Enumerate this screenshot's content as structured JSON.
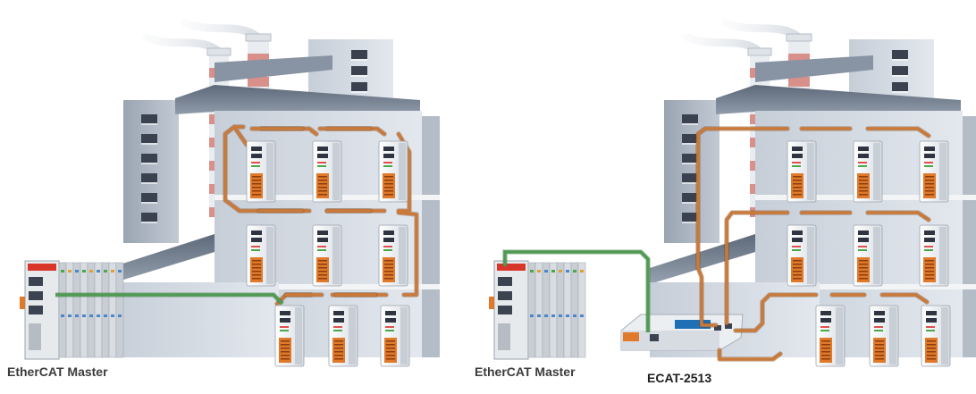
{
  "left_scene": {
    "master_label": "EtherCAT Master"
  },
  "right_scene": {
    "master_label": "EtherCAT Master",
    "gateway_label": "ECAT-2513"
  },
  "colors": {
    "building_light": "#d3dae2",
    "building_mid": "#aab4c0",
    "building_dark": "#6b7686",
    "roof": "#7a8698",
    "chimney_stripe": "#d9908a",
    "ethercat_cable": "#c9793a",
    "master_cable": "#4f9a52",
    "module_accent": "#e07a2a"
  },
  "icons": [
    "factory-building-icon",
    "chimney-icon",
    "io-module-icon",
    "plc-controller-icon",
    "gateway-switch-icon"
  ]
}
